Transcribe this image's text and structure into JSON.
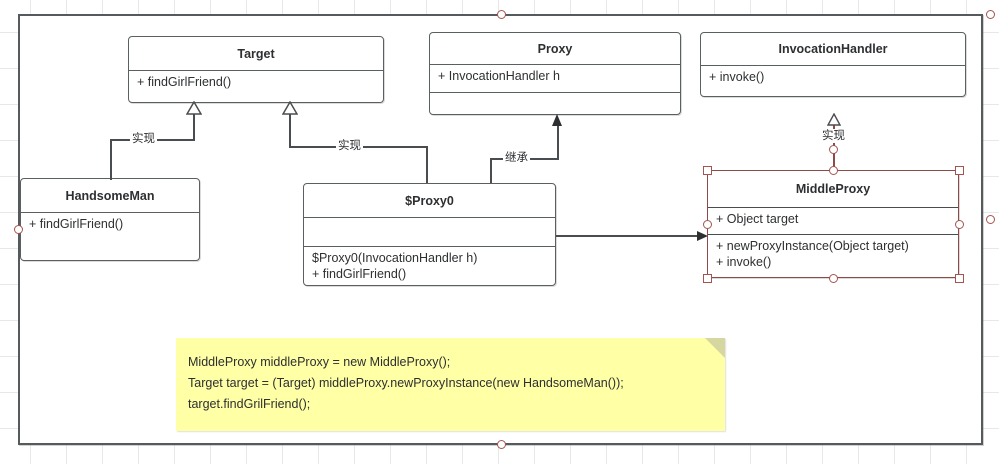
{
  "diagram": {
    "title": "Dynamic Proxy UML Class Diagram",
    "colors": {
      "canvas_background": "#ffffff",
      "frame_border": "#555a5d",
      "box_border": "#5a5f62",
      "selection": "#8d4a46",
      "handle_border": "#a4554f",
      "note_background": "#ffffa6",
      "note_fold": "#d6d6a0",
      "text": "#2d2f31",
      "grid": "#e8e8e8"
    }
  },
  "classes": {
    "target": {
      "name": "Target",
      "attributes": [],
      "methods": [
        "+ findGirlFriend()"
      ],
      "selected": false
    },
    "proxy": {
      "name": "Proxy",
      "attributes": [
        "+ InvocationHandler h"
      ],
      "methods": [],
      "selected": false
    },
    "invocation_handler": {
      "name": "InvocationHandler",
      "attributes": [
        "+ invoke()"
      ],
      "methods": [],
      "selected": false
    },
    "handsome_man": {
      "name": "HandsomeMan",
      "attributes": [
        "+ findGirlFriend()"
      ],
      "methods": [],
      "selected": false
    },
    "proxy0": {
      "name": "$Proxy0",
      "attributes": [],
      "methods": [
        "$Proxy0(InvocationHandler h)",
        "+ findGirlFriend()"
      ],
      "selected": false
    },
    "middle_proxy": {
      "name": "MiddleProxy",
      "attributes": [
        "+ Object target"
      ],
      "methods": [
        "+ newProxyInstance(Object target)",
        "+ invoke()"
      ],
      "selected": true
    }
  },
  "relations": {
    "handsomeman_implements_target": {
      "label": "实现",
      "kind": "realization"
    },
    "proxy0_implements_target": {
      "label": "实现",
      "kind": "realization"
    },
    "proxy0_extends_proxy": {
      "label": "继承",
      "kind": "generalization"
    },
    "middleproxy_implements_invocationhandler": {
      "label": "实现",
      "kind": "realization"
    },
    "proxy0_uses_middleproxy": {
      "label": "",
      "kind": "association"
    }
  },
  "note": {
    "lines": [
      "MiddleProxy middleProxy = new MiddleProxy();",
      "Target target = (Target) middleProxy.newProxyInstance(new HandsomeMan());",
      "target.findGrilFriend();"
    ]
  }
}
